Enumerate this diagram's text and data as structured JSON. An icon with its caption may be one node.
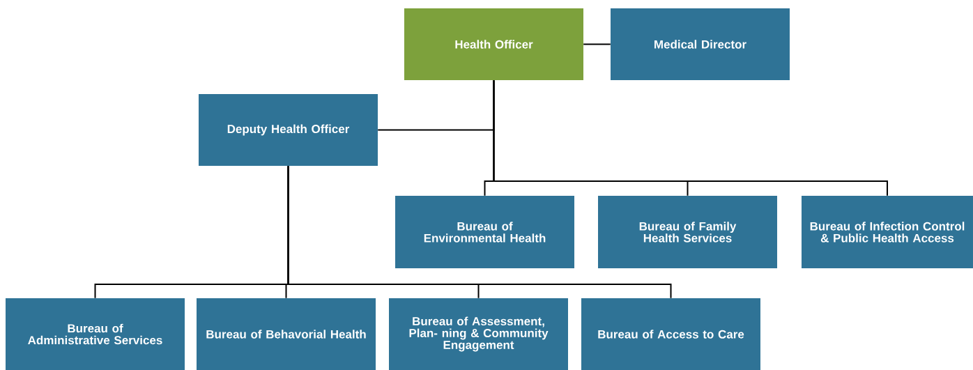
{
  "diagram": {
    "nodes": [
      {
        "text": [
          "Health Officer"
        ]
      },
      {
        "text": [
          "Medical Director"
        ]
      },
      {
        "text": [
          "Deputy Health Officer"
        ]
      },
      {
        "text": [
          "Bureau of Environmental Health"
        ]
      },
      {
        "text": [
          "Bureau of Family Health Services"
        ]
      },
      {
        "text": [
          "Bureau of Infection Control & Public Health Access"
        ]
      },
      {
        "text": [
          "Bureau of Administrative Services"
        ]
      },
      {
        "text": [
          "Bureau of Behavorial Health"
        ]
      },
      {
        "text": [
          "Bureau of Assessment, Plan- ning & Community Engagement"
        ]
      },
      {
        "text": [
          "Bureau of Access to Care"
        ]
      }
    ],
    "edges": [
      {
        "from": 0,
        "to": 1,
        "arrow": "none"
      },
      {
        "from": 0,
        "to": 2,
        "arrow": "none"
      },
      {
        "from": 0,
        "to": 3,
        "arrow": "none"
      },
      {
        "from": 0,
        "to": 4,
        "arrow": "none"
      },
      {
        "from": 0,
        "to": 5,
        "arrow": "none"
      },
      {
        "from": 2,
        "to": 6,
        "arrow": "none"
      },
      {
        "from": 2,
        "to": 7,
        "arrow": "none"
      },
      {
        "from": 2,
        "to": 8,
        "arrow": "none"
      },
      {
        "from": 2,
        "to": 9,
        "arrow": "none"
      }
    ]
  }
}
